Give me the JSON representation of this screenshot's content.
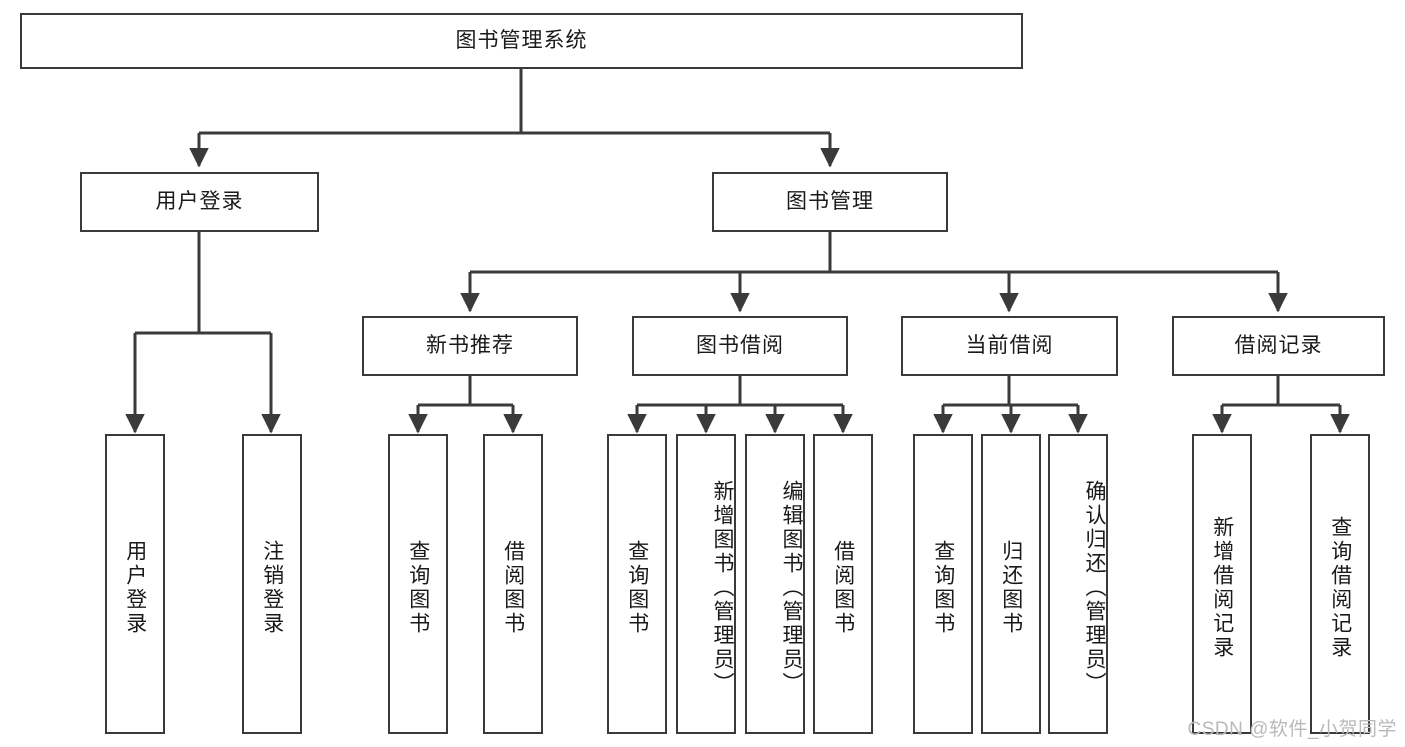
{
  "diagram": {
    "title": "图书管理系统",
    "watermark": "CSDN @软件_小贺同学",
    "colors": {
      "stroke": "#3a3a3a",
      "background": "#ffffff",
      "text": "#1a1a1a",
      "watermark": "#b9b9b9"
    },
    "levels": {
      "root": {
        "label": "图书管理系统"
      },
      "level2": [
        {
          "label": "用户登录"
        },
        {
          "label": "图书管理"
        }
      ],
      "level3": [
        {
          "label": "新书推荐"
        },
        {
          "label": "图书借阅"
        },
        {
          "label": "当前借阅"
        },
        {
          "label": "借阅记录"
        }
      ],
      "leaves_user_login": [
        {
          "label": "用户登录"
        },
        {
          "label": "注销登录"
        }
      ],
      "leaves_new_book": [
        {
          "label": "查询图书"
        },
        {
          "label": "借阅图书"
        }
      ],
      "leaves_borrow": [
        {
          "label": "查询图书"
        },
        {
          "label": "新增图书（管理员）"
        },
        {
          "label": "编辑图书（管理员）"
        },
        {
          "label": "借阅图书"
        }
      ],
      "leaves_current": [
        {
          "label": "查询图书"
        },
        {
          "label": "归还图书"
        },
        {
          "label": "确认归还（管理员）"
        }
      ],
      "leaves_records": [
        {
          "label": "新增借阅记录"
        },
        {
          "label": "查询借阅记录"
        }
      ]
    }
  }
}
